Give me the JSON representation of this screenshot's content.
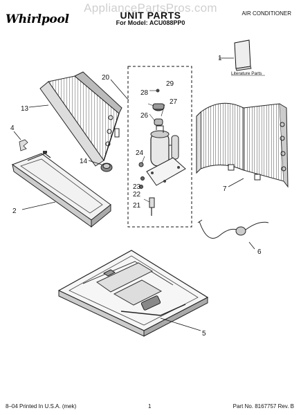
{
  "header": {
    "brand": "Whirlpool",
    "watermark": "AppliancePartsPros.com",
    "title": "UNIT PARTS",
    "model": "For Model: ACU088PP0",
    "category": "AIR CONDITIONER"
  },
  "diagram": {
    "literature_label": "Literature Parts",
    "callouts": {
      "c1": "1",
      "c2": "2",
      "c4": "4",
      "c5": "5",
      "c6": "6",
      "c7": "7",
      "c13": "13",
      "c14": "14",
      "c20": "20",
      "c21": "21",
      "c22": "22",
      "c23": "23",
      "c24": "24",
      "c26": "26",
      "c27": "27",
      "c28": "28",
      "c29": "29"
    }
  },
  "footer": {
    "print_info": "8–04 Printed In U.S.A. (mek)",
    "page": "1",
    "part_no": "Part No. 8167757 Rev. B"
  }
}
